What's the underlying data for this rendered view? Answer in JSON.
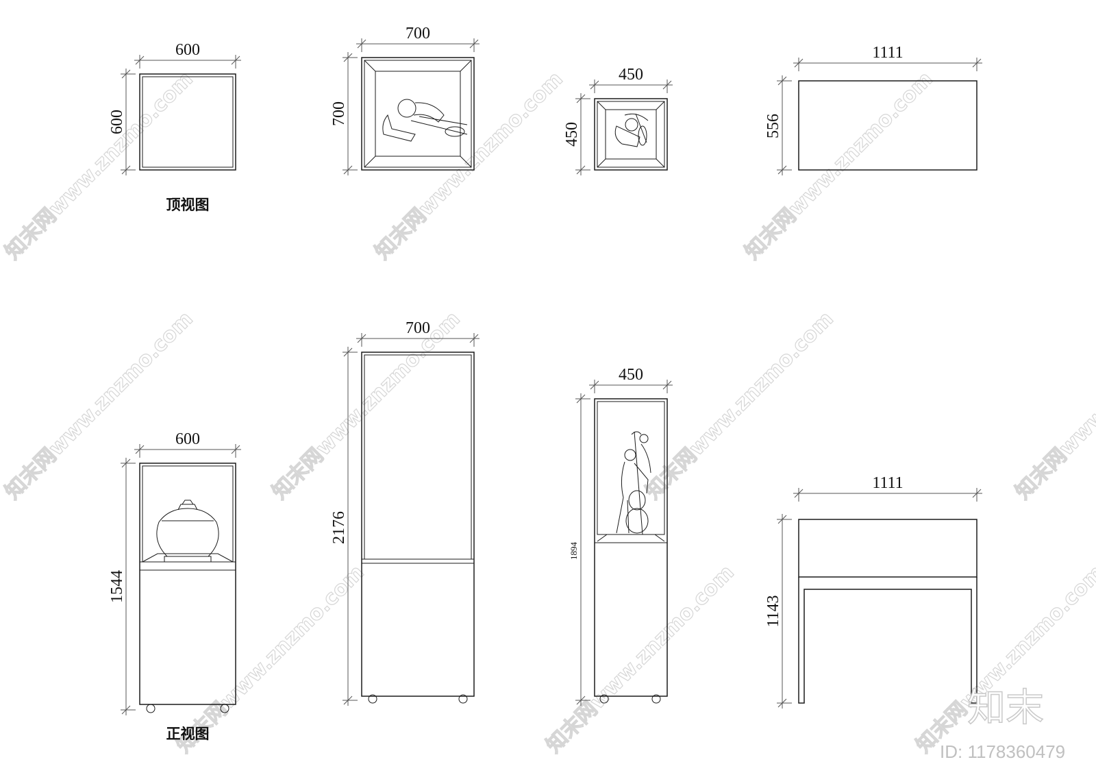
{
  "captions": {
    "top_view": "顶视图",
    "front_view": "正视图"
  },
  "top_row": [
    {
      "width": "600",
      "depth": "600"
    },
    {
      "width": "700",
      "depth": "700"
    },
    {
      "width": "450",
      "depth": "450"
    },
    {
      "width": "1111",
      "depth": "556"
    }
  ],
  "bottom_row": [
    {
      "width": "600",
      "height": "1544"
    },
    {
      "width": "700",
      "height": "2176"
    },
    {
      "width": "450",
      "height": "1894"
    },
    {
      "width": "1111",
      "height": "1143"
    }
  ],
  "watermark": {
    "text": "知末网www.znzmo.com",
    "brand": "知末",
    "id": "ID: 1178360479"
  }
}
